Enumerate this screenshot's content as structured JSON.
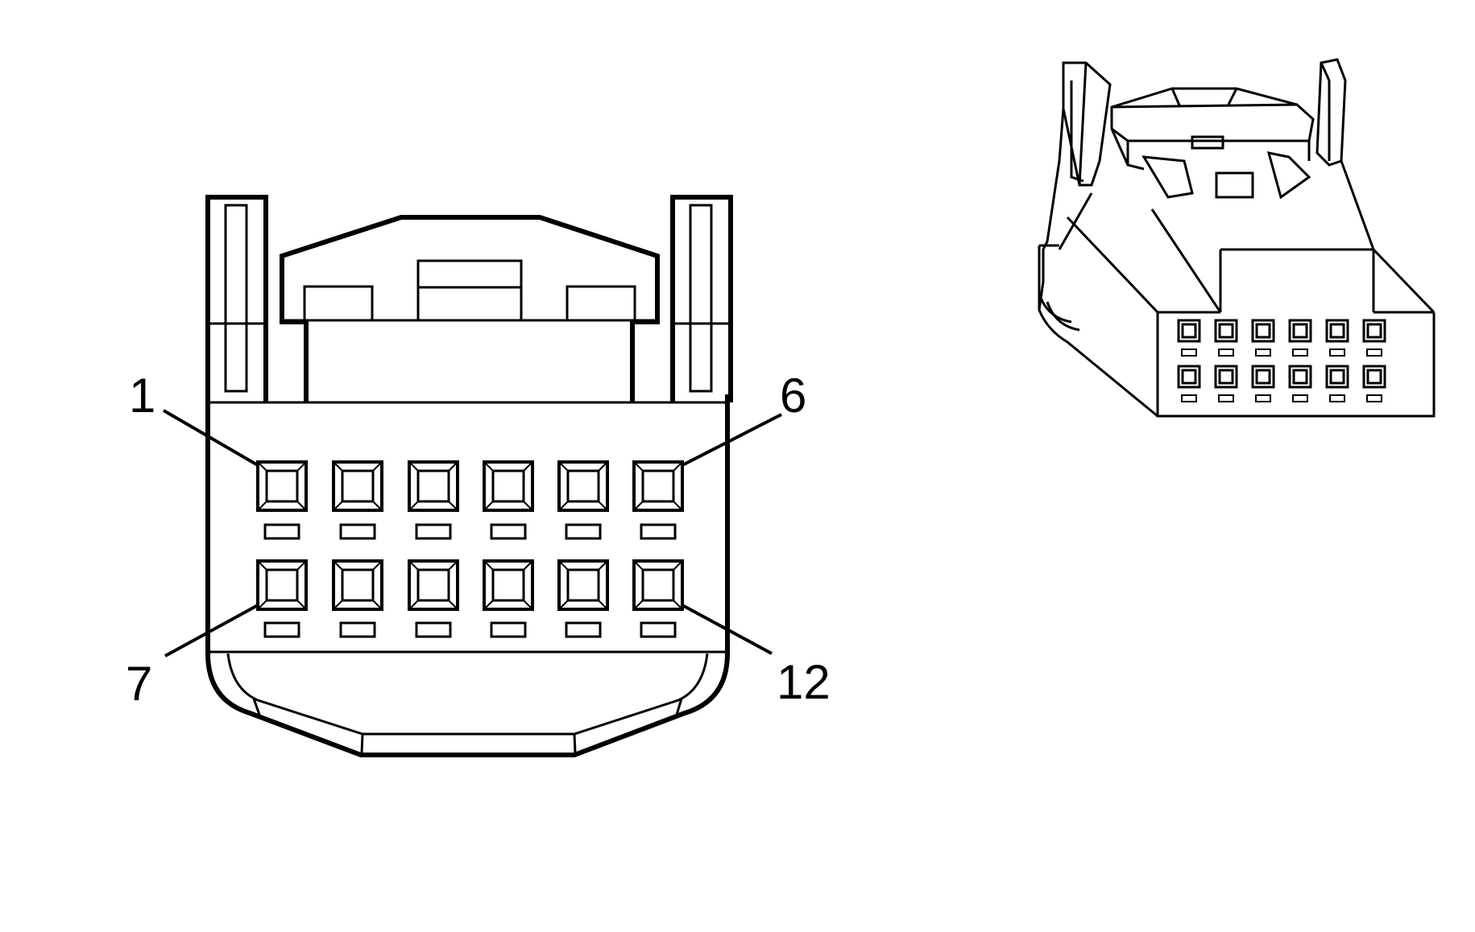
{
  "diagram": {
    "pin_labels": {
      "top_left": "1",
      "top_right": "6",
      "bottom_left": "7",
      "bottom_right": "12"
    },
    "terminal_rows": 2,
    "terminals_per_row": 6,
    "colors": {
      "stroke": "#000000",
      "fill": "#ffffff"
    }
  }
}
